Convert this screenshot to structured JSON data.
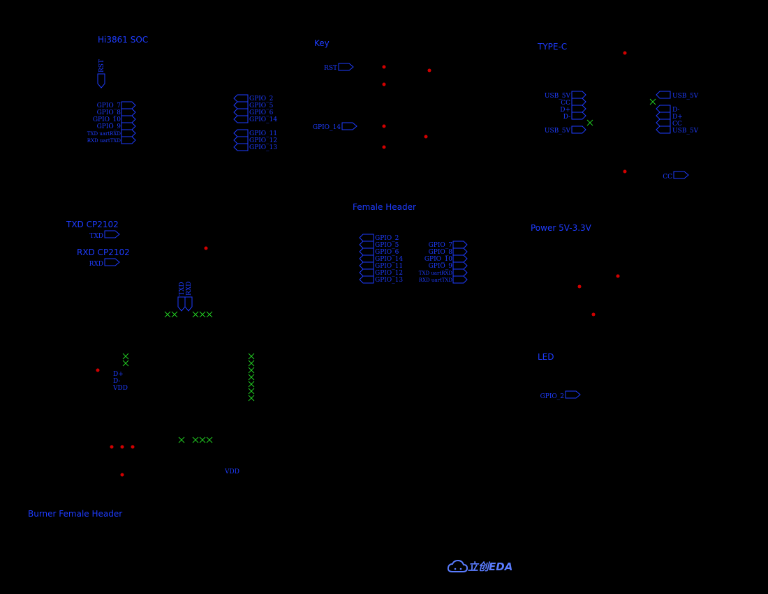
{
  "sections": {
    "soc": "Hi3861 SOC",
    "key": "Key",
    "typec": "TYPE-C",
    "txd_cp": "TXD CP2102",
    "rxd_cp": "RXD CP2102",
    "female": "Female Header",
    "power": "Power 5V-3.3V",
    "led": "LED",
    "burner": "Burner Female Header"
  },
  "soc": {
    "rst": "RST",
    "left": [
      "GPIO_7",
      "GPIO_8",
      "GPIO_10",
      "GPIO_9",
      "TXD uartRXD",
      "RXD uartTXD"
    ],
    "right_a": [
      "GPIO_2",
      "GPIO_5",
      "GPIO_6",
      "GPIO_14"
    ],
    "right_b": [
      "GPIO_11",
      "GPIO_12",
      "GPIO_13"
    ]
  },
  "key": {
    "rst": "RST",
    "gpio": "GPIO_14"
  },
  "typec": {
    "left": [
      "USB_5V",
      "CC",
      "D+",
      "D-",
      "USB_5V"
    ],
    "right": [
      "USB_5V",
      "D-",
      "D+",
      "CC",
      "USB_5V"
    ],
    "cc": "CC"
  },
  "uart": {
    "txd": "TXD",
    "rxd": "RXD",
    "vtxd": "TXD",
    "vrxd": "RXD"
  },
  "female": {
    "left": [
      "GPIO_2",
      "GPIO_5",
      "GPIO_6",
      "GPIO_14",
      "GPIO_11",
      "GPIO_12",
      "GPIO_13"
    ],
    "right": [
      "GPIO_7",
      "GPIO_8",
      "GPIO_10",
      "GPIO_9",
      "TXD uartRXD",
      "RXD uartTXD"
    ]
  },
  "burner": {
    "pins": [
      "D+",
      "D-",
      "VDD"
    ],
    "vdd": "VDD"
  },
  "led": {
    "gpio": "GPIO_2"
  },
  "logo": "立创EDA"
}
